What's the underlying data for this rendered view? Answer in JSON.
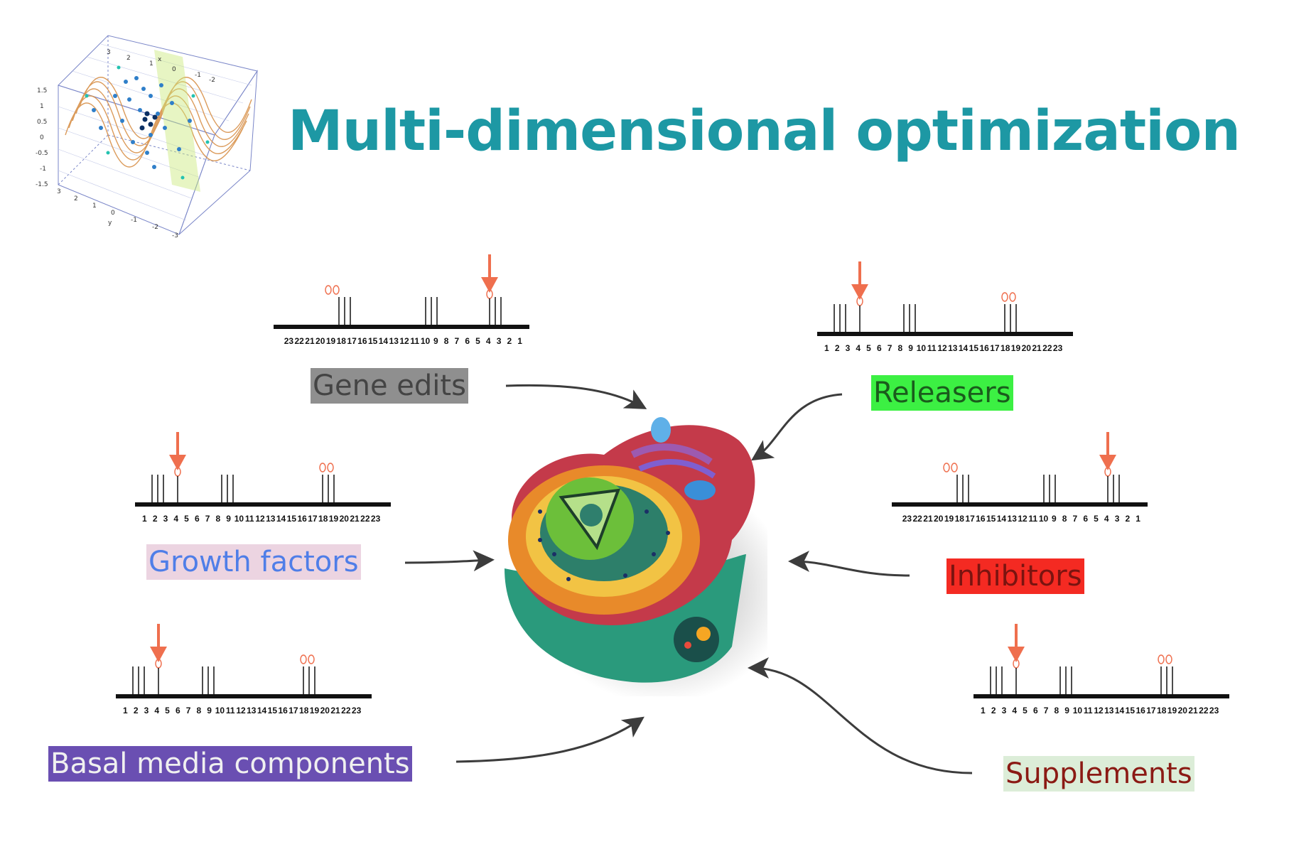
{
  "title": "Multi-dimensional optimization",
  "colors": {
    "title": "#1d98a4",
    "track": "#111111",
    "marker": "#ef6f4e",
    "connector": "#3c3c3c"
  },
  "chromosome_numbers": [
    "1",
    "2",
    "3",
    "4",
    "5",
    "6",
    "7",
    "8",
    "9",
    "10",
    "11",
    "12",
    "13",
    "14",
    "15",
    "16",
    "17",
    "18",
    "19",
    "20",
    "21",
    "22",
    "23"
  ],
  "factors": [
    {
      "id": "gene-edits",
      "label": "Gene edits",
      "bg": "#8f8f8f",
      "fg": "#444444"
    },
    {
      "id": "releasers",
      "label": "Releasers",
      "bg": "#3cf043",
      "fg": "#1a5c1c"
    },
    {
      "id": "growth-factors",
      "label": "Growth factors",
      "bg": "#ecd4e1",
      "fg": "#4f7ee8"
    },
    {
      "id": "inhibitors",
      "label": "Inhibitors",
      "bg": "#f42a22",
      "fg": "#7a1410"
    },
    {
      "id": "basal-media",
      "label": "Basal media components",
      "bg": "#6a4fb2",
      "fg": "#f0f0f0"
    },
    {
      "id": "supplements",
      "label": "Supplements",
      "bg": "#dcedd8",
      "fg": "#8b1a14"
    }
  ],
  "plot_axes": {
    "x_ticks": [
      "-2",
      "-1",
      "0",
      "1",
      "2",
      "3"
    ],
    "y_ticks": [
      "3",
      "2",
      "1",
      "0",
      "-1",
      "-2",
      "-3"
    ],
    "z_ticks": [
      "-1.5",
      "-1",
      "-0.5",
      "0",
      "0.5",
      "1",
      "1.5"
    ],
    "y_label": "y",
    "x_label": "x"
  }
}
